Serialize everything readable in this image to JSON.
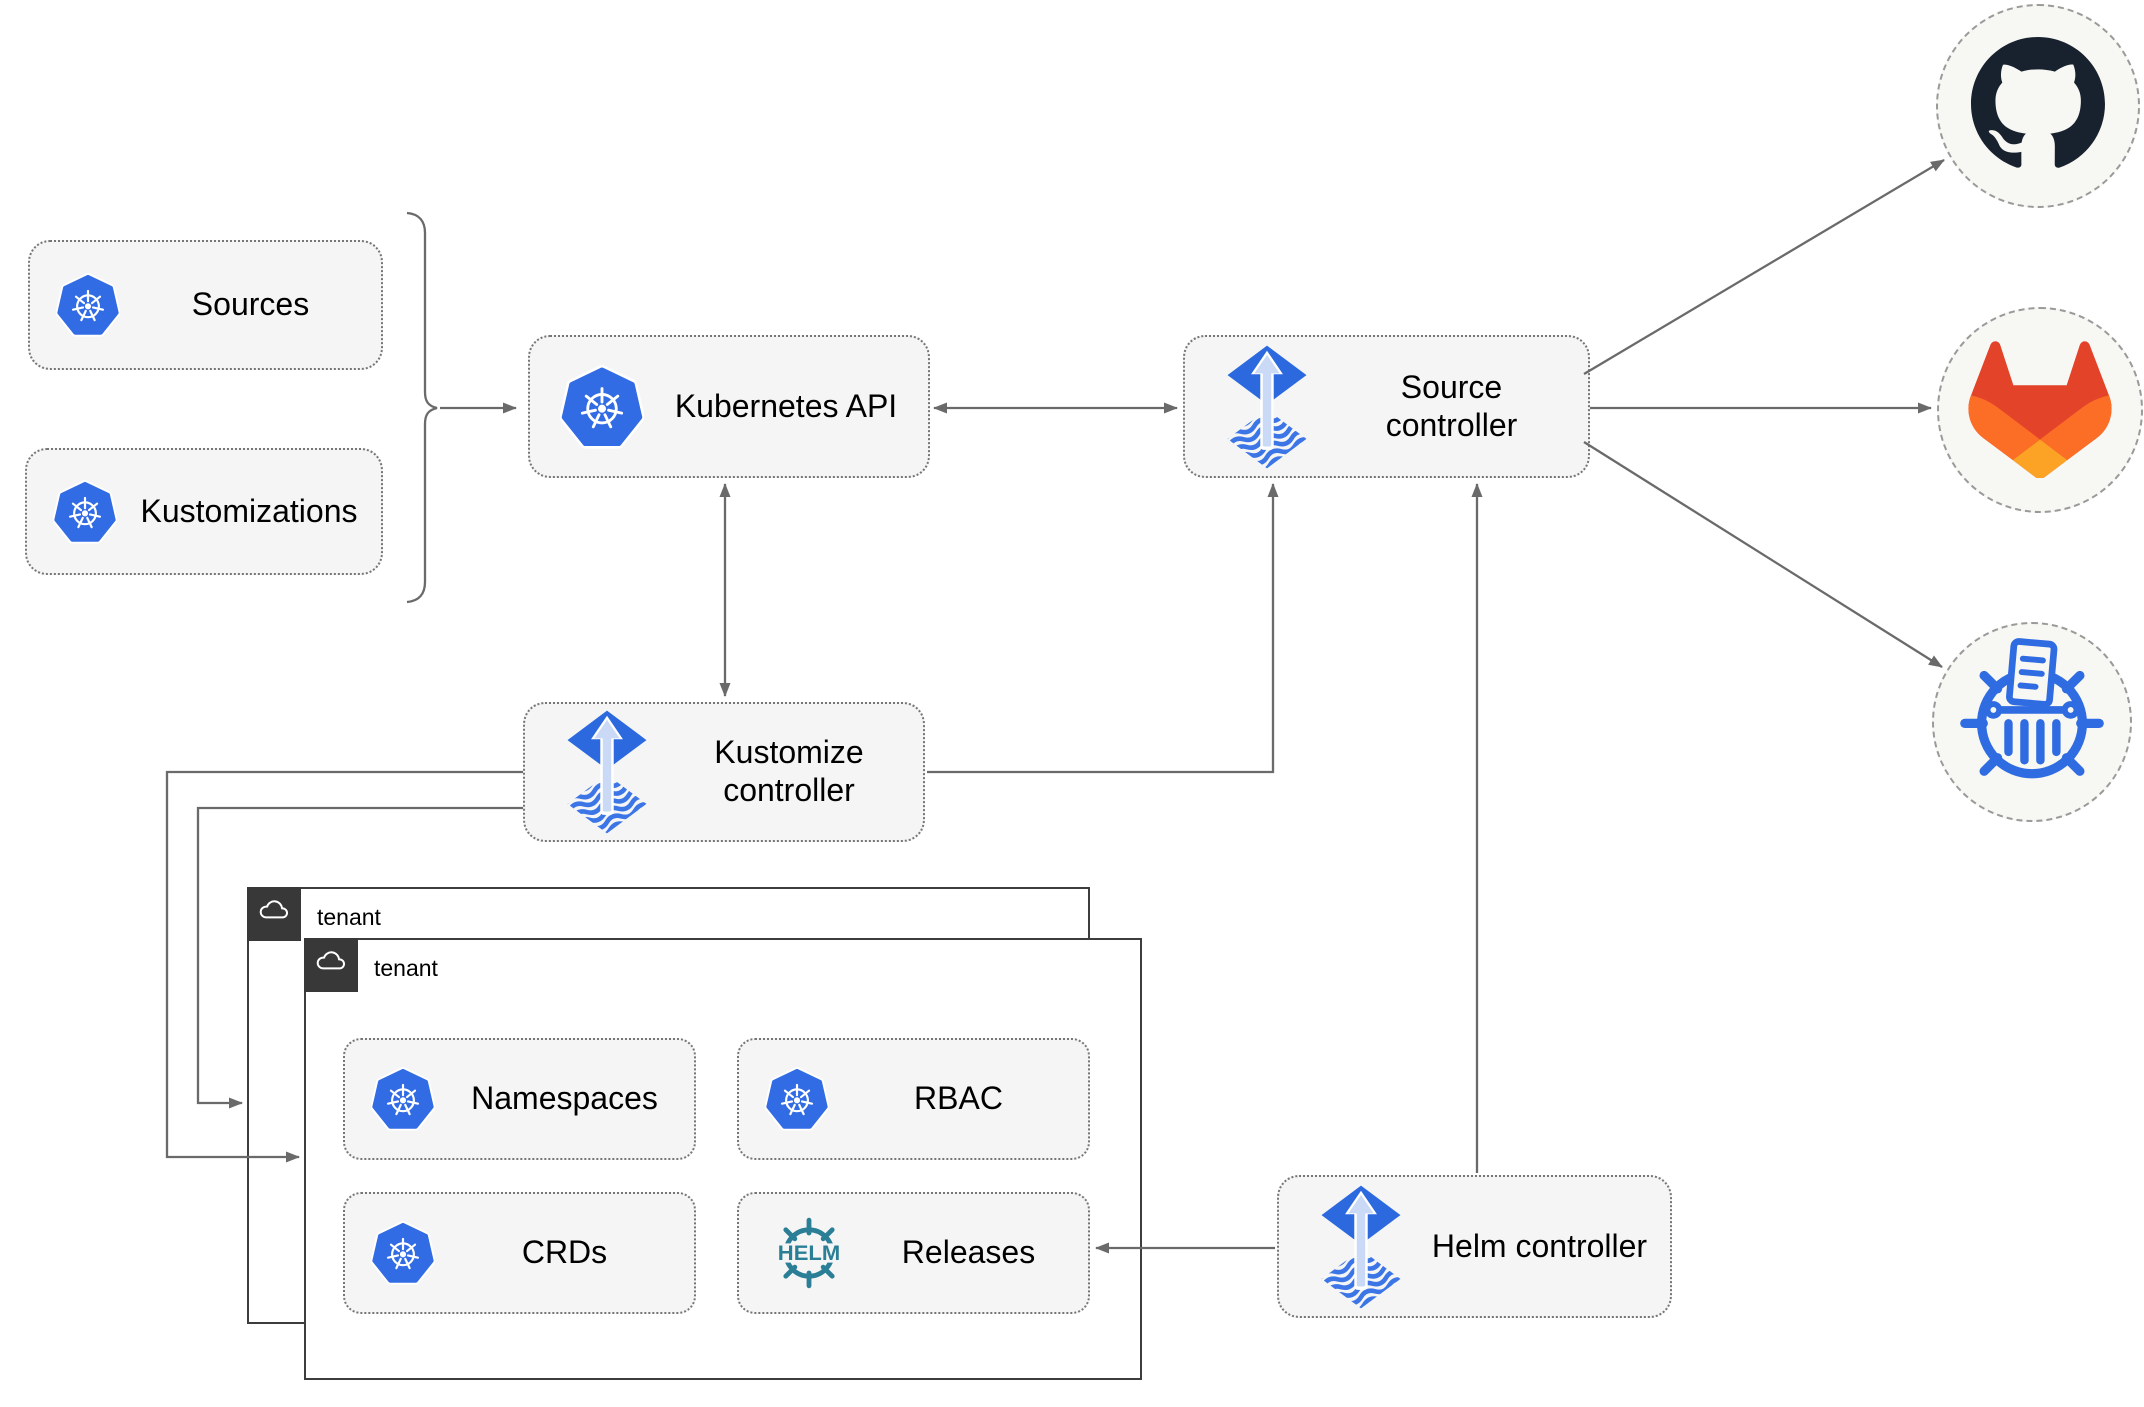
{
  "diagram": {
    "kind": "flux-cd-multi-tenancy-architecture",
    "nodes": {
      "sources": "Sources",
      "kustomizations": "Kustomizations",
      "kubernetes_api": "Kubernetes API",
      "source_controller": "Source controller",
      "kustomize_controller": "Kustomize controller",
      "helm_controller": "Helm controller",
      "tenant_outer": "tenant",
      "tenant_inner": "tenant",
      "namespaces": "Namespaces",
      "rbac": "RBAC",
      "crds": "CRDs",
      "releases": "Releases"
    },
    "icons": {
      "helm_wordmark": "HELM",
      "endpoint_icons": [
        "github-icon",
        "gitlab-icon",
        "chartmuseum-icon"
      ],
      "node_icons": [
        "kubernetes-icon",
        "flux-icon",
        "helm-wheel-icon",
        "cloud-icon"
      ]
    },
    "edges": [
      {
        "from": "sources+kustomizations",
        "to": "kubernetes-api",
        "style": "bracket-arrow"
      },
      {
        "from": "kubernetes-api",
        "to": "source-controller",
        "style": "bidirectional"
      },
      {
        "from": "kubernetes-api",
        "to": "kustomize-controller",
        "style": "bidirectional"
      },
      {
        "from": "kustomize-controller",
        "to": "source-controller",
        "style": "arrow"
      },
      {
        "from": "kustomize-controller",
        "to": "tenant-outer",
        "style": "arrow"
      },
      {
        "from": "kustomize-controller",
        "to": "tenant-inner",
        "style": "arrow"
      },
      {
        "from": "helm-controller",
        "to": "source-controller",
        "style": "arrow"
      },
      {
        "from": "helm-controller",
        "to": "releases",
        "style": "arrow"
      },
      {
        "from": "source-controller",
        "to": "github",
        "style": "arrow"
      },
      {
        "from": "source-controller",
        "to": "gitlab",
        "style": "arrow"
      },
      {
        "from": "source-controller",
        "to": "chartmuseum",
        "style": "arrow"
      }
    ],
    "colors": {
      "kubernetes_blue": "#326CE5",
      "flux_blue": "#2C69DE",
      "flux_wave_blue": "#3C76E6",
      "flux_arrow_light": "#C9D9F6",
      "helm_teal": "#2A7E96",
      "github_dark": "#18222E",
      "gitlab_red": "#E24329",
      "gitlab_orange": "#FC6D26",
      "gitlab_yellow": "#FCA326",
      "chartmuseum_blue": "#2F6BE1",
      "edge_gray": "#6A6A6A",
      "node_fill": "#F5F5F5",
      "tenant_border": "#3D3D3D"
    }
  }
}
